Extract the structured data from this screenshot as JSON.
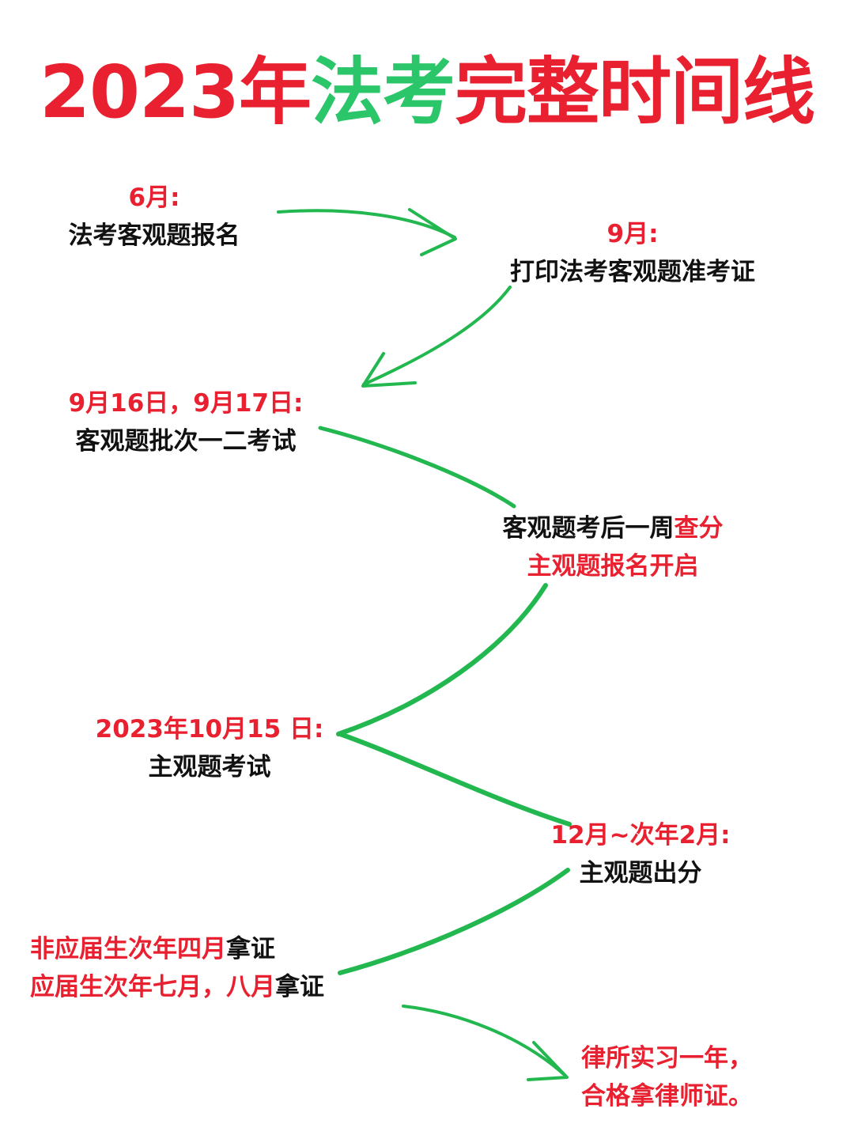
{
  "title": {
    "part1": "2023年",
    "part2": "法考",
    "part3": "完整时间线"
  },
  "nodes": {
    "n1": {
      "date": "6月:",
      "event": "法考客观题报名"
    },
    "n2": {
      "date": "9月:",
      "event": "打印法考客观题准考证"
    },
    "n3": {
      "date": "9月16日，9月17日:",
      "event": "客观题批次一二考试"
    },
    "n4": {
      "line1_black": "客观题考后一周",
      "line1_red": "查分",
      "line2": "主观题报名开启"
    },
    "n5": {
      "date": "2023年10月15 日:",
      "event": "主观题考试"
    },
    "n6": {
      "date": "12月~次年2月:",
      "event": "主观题出分"
    },
    "n7": {
      "line1_red": "非应届生次年四月",
      "line1_black": "拿证",
      "line2_red": "应届生次年七月，八月",
      "line2_black": "拿证"
    },
    "n8": {
      "line1": "律所实习一年，",
      "line2": "合格拿律师证。"
    }
  },
  "colors": {
    "accent_red": "#e8202f",
    "accent_green": "#2bc66a",
    "text": "#111111",
    "arrow": "#22b84f"
  }
}
